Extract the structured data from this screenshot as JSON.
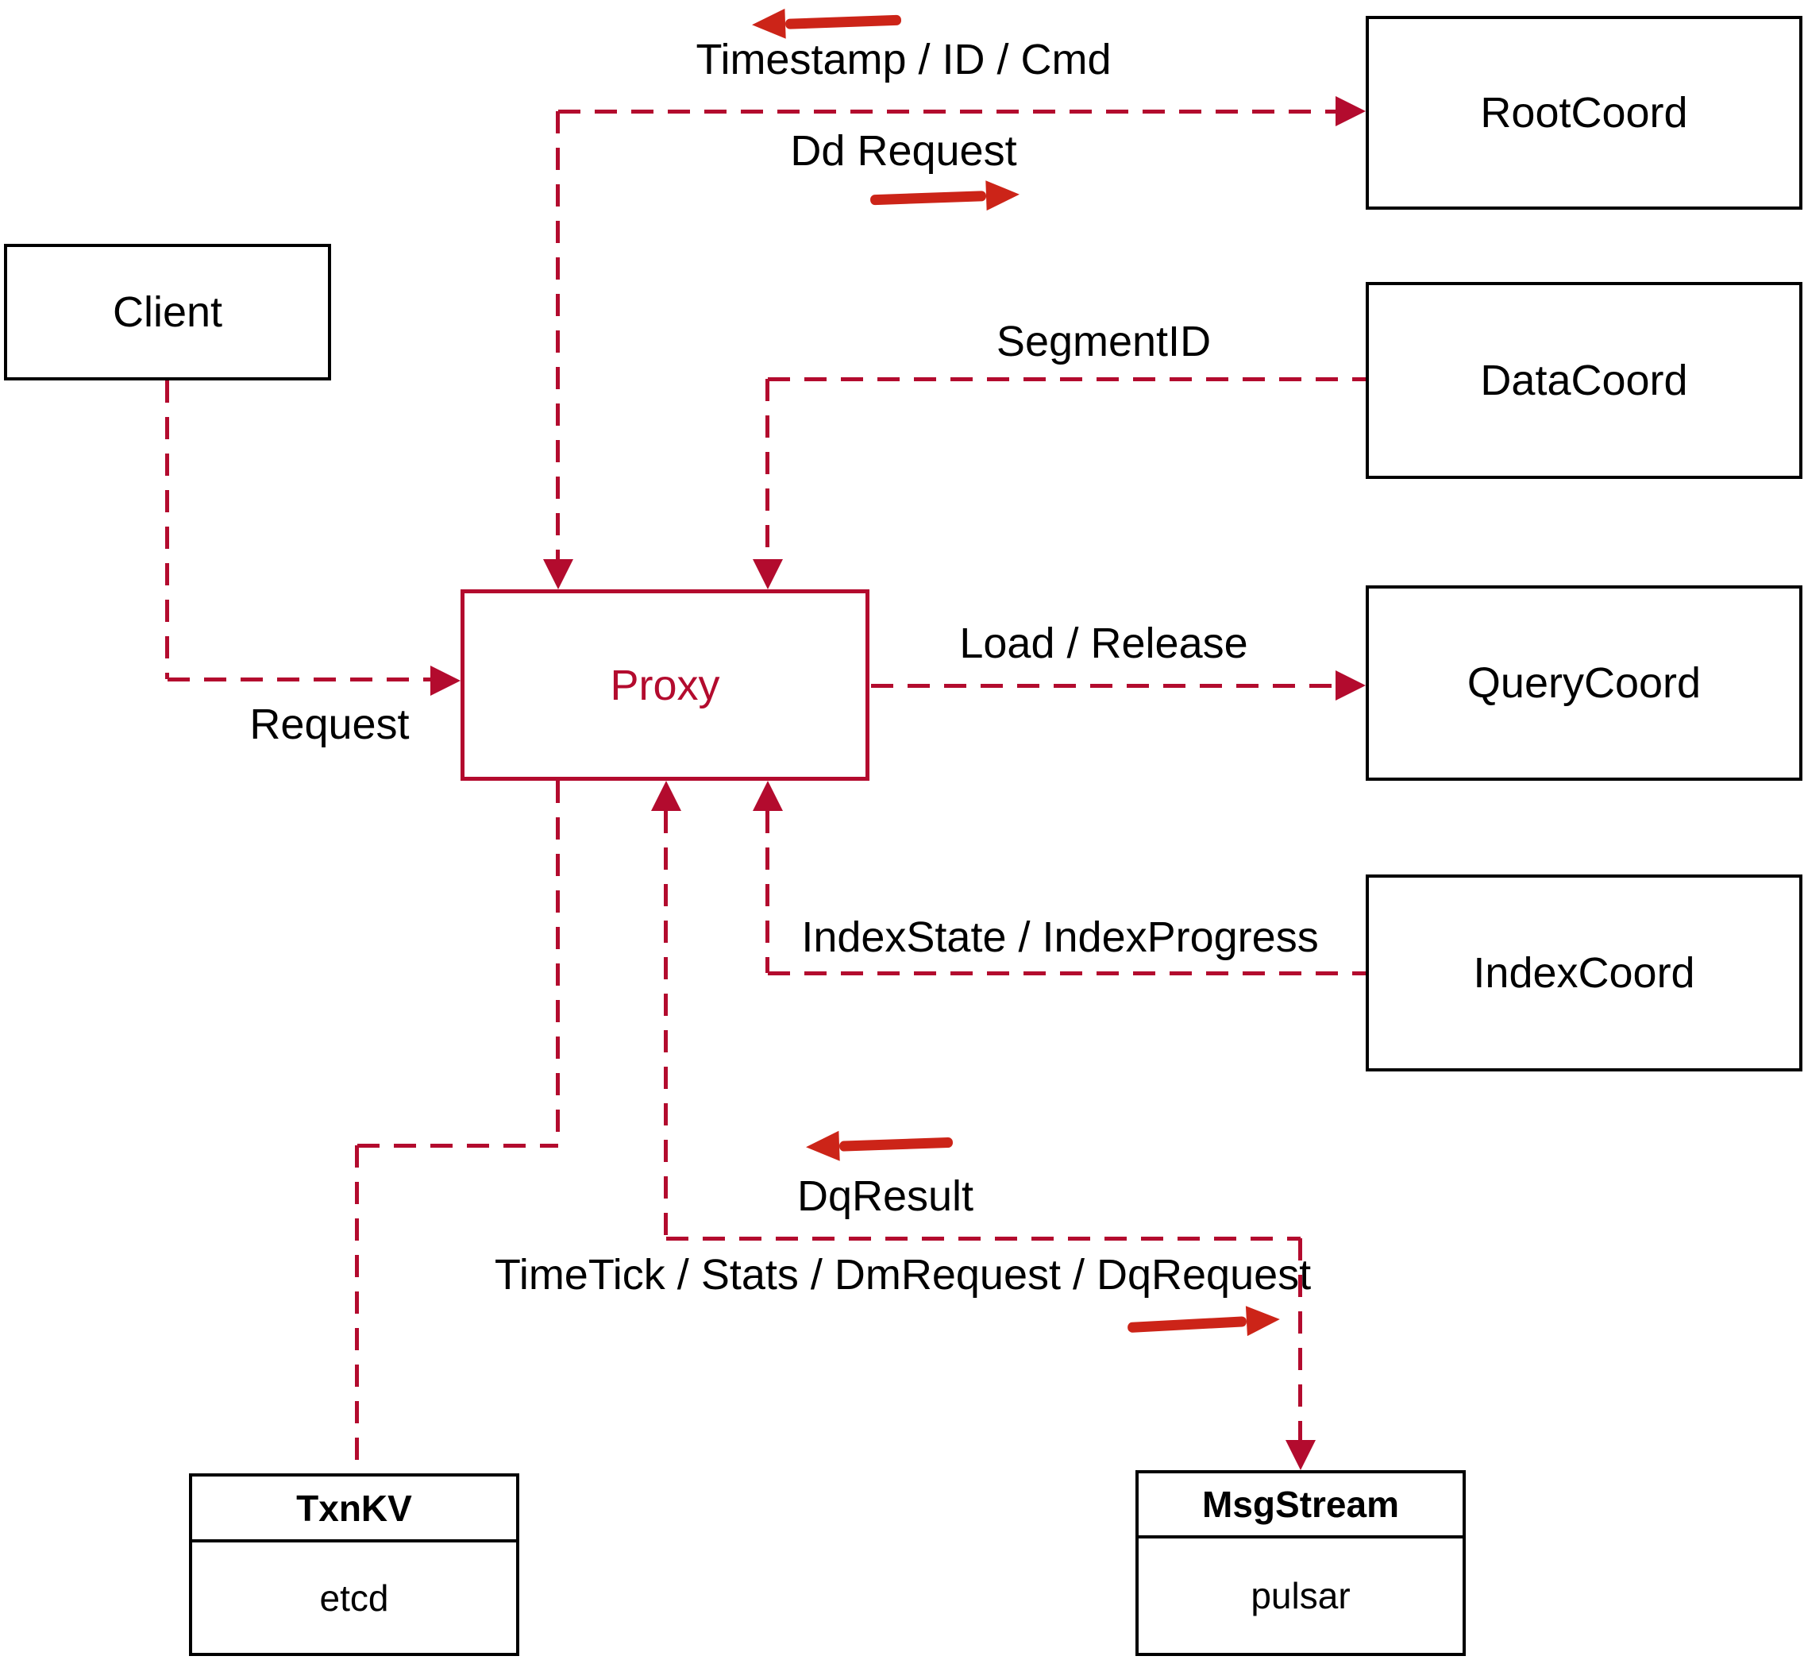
{
  "diagram": {
    "nodes": {
      "client": {
        "label": "Client"
      },
      "proxy": {
        "label": "Proxy"
      },
      "root_coord": {
        "label": "RootCoord"
      },
      "data_coord": {
        "label": "DataCoord"
      },
      "query_coord": {
        "label": "QueryCoord"
      },
      "index_coord": {
        "label": "IndexCoord"
      },
      "txn_kv": {
        "title": "TxnKV",
        "value": "etcd"
      },
      "msg_stream": {
        "title": "MsgStream",
        "value": "pulsar"
      }
    },
    "edge_labels": {
      "timestamp_id_cmd": "Timestamp / ID / Cmd",
      "dd_request": "Dd Request",
      "segment_id": "SegmentID",
      "load_release": "Load / Release",
      "index_state_progress": "IndexState / IndexProgress",
      "request": "Request",
      "dq_result": "DqResult",
      "timetick_stats": "TimeTick / Stats / DmRequest / DqRequest"
    },
    "colors": {
      "dashed_edge": "#b30b2e",
      "solid_arrow": "#cc2418",
      "node_border": "#000000",
      "proxy_accent": "#b30b2e",
      "label_text": "#000000",
      "background": "#ffffff"
    }
  }
}
